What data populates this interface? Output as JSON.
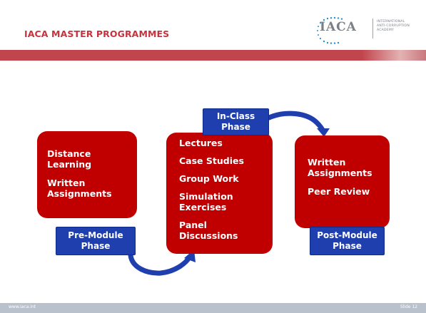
{
  "header": {
    "title": "IACA MASTER PROGRAMMES",
    "logo_mark": "IACA",
    "logo_subtitle_1": "INTERNATIONAL",
    "logo_subtitle_2": "ANTI-CORRUPTION",
    "logo_subtitle_3": "ACADEMY"
  },
  "colors": {
    "title": "#c8323c",
    "band": "#c0454c",
    "red_box": "#c00000",
    "phase_box": "#1f3fae",
    "arrow": "#1f3fae",
    "footer": "#b9c1cc"
  },
  "diagram": {
    "pre_module": {
      "items": [
        "Distance Learning",
        "Written Assignments"
      ],
      "phase_label": "Pre-Module Phase"
    },
    "in_class": {
      "items": [
        "Lectures",
        "Case Studies",
        "Group Work",
        "Simulation Exercises",
        "Panel Discussions"
      ],
      "phase_label": "In-Class Phase"
    },
    "post_module": {
      "items": [
        "Written Assignments",
        "Peer Review"
      ],
      "phase_label": "Post-Module Phase"
    }
  },
  "footer": {
    "url": "www.iaca.int",
    "slide_number": "Slide 12"
  }
}
